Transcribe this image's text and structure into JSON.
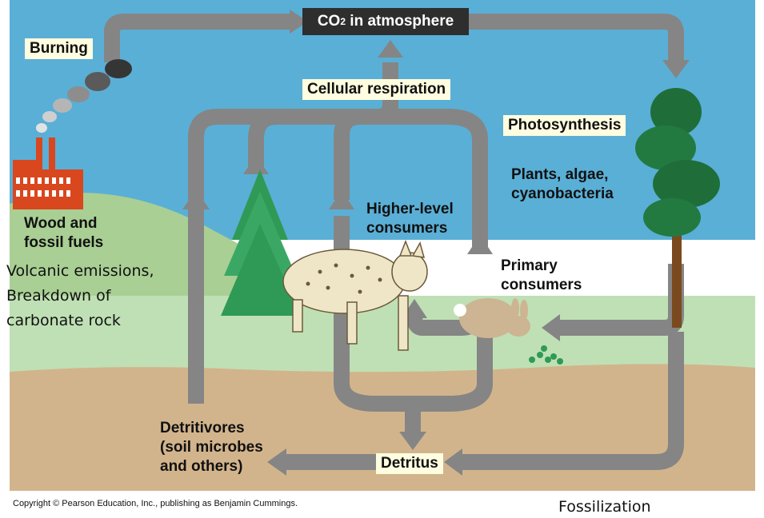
{
  "diagram": {
    "co2_prefix": "CO",
    "co2_sub": "2",
    "co2_suffix": " in atmosphere",
    "burning": "Burning",
    "cellular_respiration": "Cellular respiration",
    "photosynthesis": "Photosynthesis",
    "plants": [
      "Plants, algae,",
      "cyanobacteria"
    ],
    "wood": [
      "Wood and",
      "fossil fuels"
    ],
    "volcanic": [
      "Volcanic emissions,",
      "Breakdown of",
      "carbonate rock"
    ],
    "higher_consumers": [
      "Higher-level",
      "consumers"
    ],
    "primary_consumers": [
      "Primary",
      "consumers"
    ],
    "detritivores": [
      "Detritivores",
      "(soil microbes",
      "and others)"
    ],
    "detritus": "Detritus",
    "fossilization": "Fossilization",
    "copyright": "Copyright © Pearson Education, Inc., publishing as Benjamin Cummings."
  },
  "colors": {
    "sky": "#5aafd6",
    "ground": "#d2b48c",
    "grass": "#bfe0b4",
    "arrow": "#858585",
    "label_bg": "#fffde0"
  }
}
